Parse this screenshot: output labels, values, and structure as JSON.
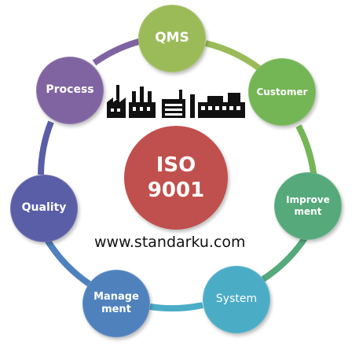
{
  "hub": {
    "line1": "ISO",
    "line2": "9001"
  },
  "nodes": {
    "qms": "QMS",
    "customer": "Customer",
    "improvement": "Improve\nment",
    "system": "System",
    "management": "Manage\nment",
    "quality": "Quality",
    "process": "Process"
  },
  "website": "www.standarku.com",
  "colors": {
    "hub": "#c0504d",
    "qms": "#9bbb59",
    "customer": "#74b555",
    "improvement": "#55a97a",
    "system": "#4bacc6",
    "management": "#4f81bd",
    "quality": "#5a5ea6",
    "process": "#8064a2"
  },
  "illustration": "factory-icons"
}
